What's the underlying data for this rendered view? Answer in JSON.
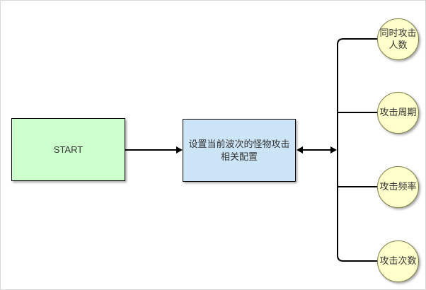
{
  "diagram": {
    "start_node": {
      "label": "START"
    },
    "config_node": {
      "label": "设置当前波次的怪物攻击相关配置"
    },
    "attribute_nodes": [
      {
        "label": "同时攻击人数"
      },
      {
        "label": "攻击周期"
      },
      {
        "label": "攻击频率"
      },
      {
        "label": "攻击次数"
      }
    ],
    "colors": {
      "start_fill": "#ccffcc",
      "config_fill": "#cce5f6",
      "attribute_fill": "#ffffcc",
      "attribute_border": "#7f7f4c",
      "connector": "#000000"
    }
  }
}
